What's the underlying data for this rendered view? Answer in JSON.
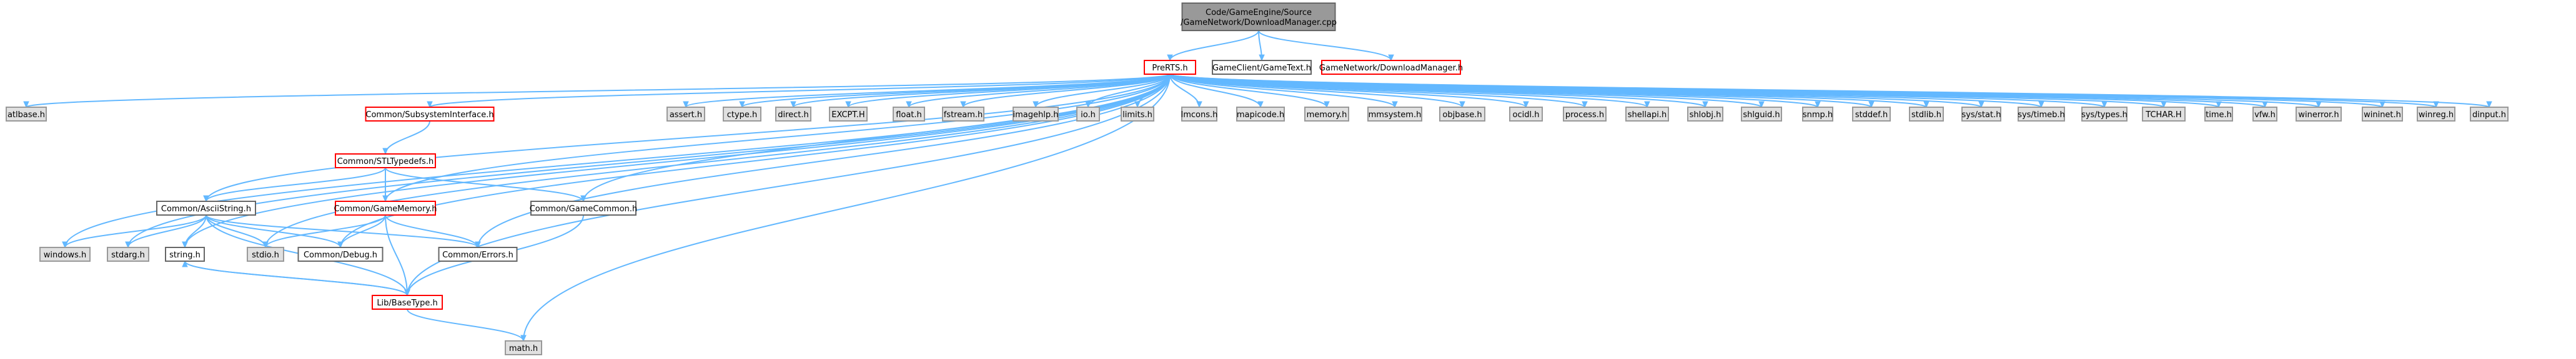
{
  "graph": {
    "kind": "include-dependency-graph",
    "colors": {
      "edge": "#63b8ff",
      "root_fill": "#999999",
      "root_border": "#666666",
      "red_border": "#ff0000",
      "black_border": "#666666",
      "system_fill": "#e0e0e0",
      "system_border": "#999999",
      "normal_fill": "#ffffff"
    },
    "nodes": [
      {
        "id": "root",
        "label": "Code/GameEngine/Source\n/GameNetwork/DownloadManager.cpp",
        "style": "root"
      },
      {
        "id": "prerts",
        "label": "PreRTS.h",
        "style": "red"
      },
      {
        "id": "gametext",
        "label": "GameClient/GameText.h",
        "style": "black"
      },
      {
        "id": "dlmgr",
        "label": "GameNetwork/DownloadManager.h",
        "style": "red"
      },
      {
        "id": "atlbase",
        "label": "atlbase.h",
        "style": "system"
      },
      {
        "id": "subsys",
        "label": "Common/SubsystemInterface.h",
        "style": "red"
      },
      {
        "id": "assert",
        "label": "assert.h",
        "style": "system"
      },
      {
        "id": "ctype",
        "label": "ctype.h",
        "style": "system"
      },
      {
        "id": "direct",
        "label": "direct.h",
        "style": "system"
      },
      {
        "id": "excpt",
        "label": "EXCPT.H",
        "style": "system"
      },
      {
        "id": "float",
        "label": "float.h",
        "style": "system"
      },
      {
        "id": "fstream",
        "label": "fstream.h",
        "style": "system"
      },
      {
        "id": "imagehlp",
        "label": "imagehlp.h",
        "style": "system"
      },
      {
        "id": "io",
        "label": "io.h",
        "style": "system"
      },
      {
        "id": "limits",
        "label": "limits.h",
        "style": "system"
      },
      {
        "id": "lmcons",
        "label": "lmcons.h",
        "style": "system"
      },
      {
        "id": "mapicode",
        "label": "mapicode.h",
        "style": "system"
      },
      {
        "id": "memory",
        "label": "memory.h",
        "style": "system"
      },
      {
        "id": "mmsystem",
        "label": "mmsystem.h",
        "style": "system"
      },
      {
        "id": "objbase",
        "label": "objbase.h",
        "style": "system"
      },
      {
        "id": "ocidl",
        "label": "ocidl.h",
        "style": "system"
      },
      {
        "id": "process",
        "label": "process.h",
        "style": "system"
      },
      {
        "id": "shellapi",
        "label": "shellapi.h",
        "style": "system"
      },
      {
        "id": "shlobj",
        "label": "shlobj.h",
        "style": "system"
      },
      {
        "id": "shlguid",
        "label": "shlguid.h",
        "style": "system"
      },
      {
        "id": "snmp",
        "label": "snmp.h",
        "style": "system"
      },
      {
        "id": "stddef",
        "label": "stddef.h",
        "style": "system"
      },
      {
        "id": "stdlib",
        "label": "stdlib.h",
        "style": "system"
      },
      {
        "id": "sysstat",
        "label": "sys/stat.h",
        "style": "system"
      },
      {
        "id": "systimeb",
        "label": "sys/timeb.h",
        "style": "system"
      },
      {
        "id": "systypes",
        "label": "sys/types.h",
        "style": "system"
      },
      {
        "id": "tchar",
        "label": "TCHAR.H",
        "style": "system"
      },
      {
        "id": "time",
        "label": "time.h",
        "style": "system"
      },
      {
        "id": "vfw",
        "label": "vfw.h",
        "style": "system"
      },
      {
        "id": "winerror",
        "label": "winerror.h",
        "style": "system"
      },
      {
        "id": "wininet",
        "label": "wininet.h",
        "style": "system"
      },
      {
        "id": "winreg",
        "label": "winreg.h",
        "style": "system"
      },
      {
        "id": "dinput",
        "label": "dinput.h",
        "style": "system"
      },
      {
        "id": "stltypedefs",
        "label": "Common/STLTypedefs.h",
        "style": "red"
      },
      {
        "id": "asciistring",
        "label": "Common/AsciiString.h",
        "style": "black"
      },
      {
        "id": "gamememory",
        "label": "Common/GameMemory.h",
        "style": "red"
      },
      {
        "id": "gamecommon",
        "label": "Common/GameCommon.h",
        "style": "black"
      },
      {
        "id": "windows",
        "label": "windows.h",
        "style": "system"
      },
      {
        "id": "stdarg",
        "label": "stdarg.h",
        "style": "system"
      },
      {
        "id": "stdio",
        "label": "stdio.h",
        "style": "system"
      },
      {
        "id": "debug",
        "label": "Common/Debug.h",
        "style": "black"
      },
      {
        "id": "errors",
        "label": "Common/Errors.h",
        "style": "black"
      },
      {
        "id": "string",
        "label": "string.h",
        "style": "black"
      },
      {
        "id": "basetype",
        "label": "Lib/BaseType.h",
        "style": "red"
      },
      {
        "id": "math",
        "label": "math.h",
        "style": "system"
      }
    ],
    "edges": [
      [
        "root",
        "prerts"
      ],
      [
        "root",
        "gametext"
      ],
      [
        "root",
        "dlmgr"
      ],
      [
        "prerts",
        "atlbase"
      ],
      [
        "prerts",
        "subsys"
      ],
      [
        "prerts",
        "assert"
      ],
      [
        "prerts",
        "ctype"
      ],
      [
        "prerts",
        "direct"
      ],
      [
        "prerts",
        "excpt"
      ],
      [
        "prerts",
        "float"
      ],
      [
        "prerts",
        "fstream"
      ],
      [
        "prerts",
        "imagehlp"
      ],
      [
        "prerts",
        "io"
      ],
      [
        "prerts",
        "limits"
      ],
      [
        "prerts",
        "lmcons"
      ],
      [
        "prerts",
        "mapicode"
      ],
      [
        "prerts",
        "memory"
      ],
      [
        "prerts",
        "mmsystem"
      ],
      [
        "prerts",
        "objbase"
      ],
      [
        "prerts",
        "ocidl"
      ],
      [
        "prerts",
        "process"
      ],
      [
        "prerts",
        "shellapi"
      ],
      [
        "prerts",
        "shlobj"
      ],
      [
        "prerts",
        "shlguid"
      ],
      [
        "prerts",
        "snmp"
      ],
      [
        "prerts",
        "stddef"
      ],
      [
        "prerts",
        "stdlib"
      ],
      [
        "prerts",
        "sysstat"
      ],
      [
        "prerts",
        "systimeb"
      ],
      [
        "prerts",
        "systypes"
      ],
      [
        "prerts",
        "tchar"
      ],
      [
        "prerts",
        "time"
      ],
      [
        "prerts",
        "vfw"
      ],
      [
        "prerts",
        "winerror"
      ],
      [
        "prerts",
        "wininet"
      ],
      [
        "prerts",
        "winreg"
      ],
      [
        "prerts",
        "dinput"
      ],
      [
        "prerts",
        "windows"
      ],
      [
        "prerts",
        "stdarg"
      ],
      [
        "prerts",
        "asciistring"
      ],
      [
        "prerts",
        "string"
      ],
      [
        "prerts",
        "stdio"
      ],
      [
        "prerts",
        "debug"
      ],
      [
        "prerts",
        "gamememory"
      ],
      [
        "prerts",
        "gamecommon"
      ],
      [
        "prerts",
        "errors"
      ],
      [
        "prerts",
        "basetype"
      ],
      [
        "prerts",
        "math"
      ],
      [
        "subsys",
        "stltypedefs"
      ],
      [
        "stltypedefs",
        "asciistring"
      ],
      [
        "stltypedefs",
        "gamememory"
      ],
      [
        "stltypedefs",
        "gamecommon"
      ],
      [
        "asciistring",
        "windows"
      ],
      [
        "asciistring",
        "stdarg"
      ],
      [
        "asciistring",
        "string"
      ],
      [
        "asciistring",
        "stdio"
      ],
      [
        "asciistring",
        "debug"
      ],
      [
        "asciistring",
        "errors"
      ],
      [
        "asciistring",
        "basetype"
      ],
      [
        "gamememory",
        "stdio"
      ],
      [
        "gamememory",
        "debug"
      ],
      [
        "gamememory",
        "errors"
      ],
      [
        "gamememory",
        "basetype"
      ],
      [
        "gamecommon",
        "basetype"
      ],
      [
        "basetype",
        "string"
      ],
      [
        "basetype",
        "math"
      ],
      [
        "string",
        "basetype"
      ]
    ]
  }
}
